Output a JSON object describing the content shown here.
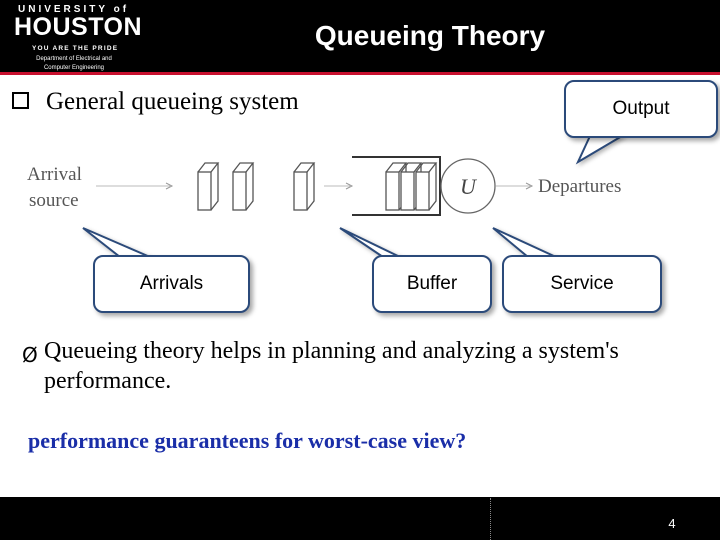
{
  "header": {
    "logo_university": "UNIVERSITY of",
    "logo_houston": "HOUSTON",
    "logo_tagline": "YOU ARE THE PRIDE",
    "logo_dept_line1": "Department of Electrical and",
    "logo_dept_line2": "Computer Engineering",
    "title": "Queueing Theory"
  },
  "heading": {
    "text": "General queueing system"
  },
  "diagram": {
    "arrival_label_line1": "Arrival",
    "arrival_label_line2": "source",
    "server_label": "U",
    "departures_label": "Departures"
  },
  "callouts": {
    "output": "Output",
    "arrivals": "Arrivals",
    "buffer": "Buffer",
    "service": "Service"
  },
  "body": {
    "bullet_symbol": "Ø",
    "main_line1": "Queueing theory helps in planning and analyzing a system's",
    "main_line2": "performance.",
    "question": "performance guaranteens for worst-case view?"
  },
  "footer": {
    "page_number": "4"
  },
  "colors": {
    "header_bg": "#000000",
    "accent_red": "#c8102e",
    "callout_border": "#2b4a7a",
    "question_text": "#1a2ea8"
  }
}
